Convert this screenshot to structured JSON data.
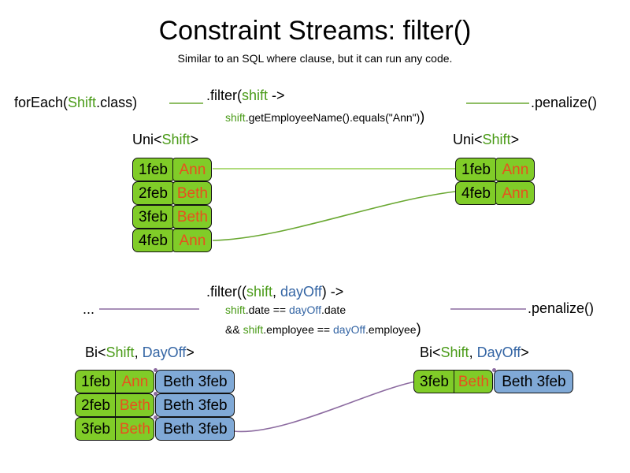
{
  "header": {
    "title": "Constraint Streams: filter()",
    "subtitle": "Similar to an SQL where clause, but it can run any code."
  },
  "colors": {
    "shift_green": "#4a9b18",
    "dayoff_blue": "#3465a4",
    "box_green": "#80cc28",
    "box_blue": "#80a9d6",
    "name_orange": "#e8501e",
    "wire_green": "#6aa832",
    "wire_light_green": "#a5d66a",
    "wire_purple": "#8c6ba0",
    "text_black": "#000000"
  },
  "uni_section": {
    "source_label": {
      "prefix": "forEach(",
      "type": "Shift",
      "suffix": ".class)"
    },
    "filter": {
      "line1_prefix": ".filter(",
      "line1_var": "shift",
      "line1_suffix": " ->",
      "line2_var": "shift",
      "line2_rest": ".getEmployeeName().equals(\"Ann\")",
      "line2_close": ")"
    },
    "penalize_label": ".penalize()",
    "left_type": {
      "prefix": "Uni<",
      "generic": "Shift",
      "suffix": ">"
    },
    "right_type": {
      "prefix": "Uni<",
      "generic": "Shift",
      "suffix": ">"
    },
    "left_rows": [
      {
        "date": "1feb",
        "name": "Ann"
      },
      {
        "date": "2feb",
        "name": "Beth"
      },
      {
        "date": "3feb",
        "name": "Beth"
      },
      {
        "date": "4feb",
        "name": "Ann"
      }
    ],
    "right_rows": [
      {
        "date": "1feb",
        "name": "Ann"
      },
      {
        "date": "4feb",
        "name": "Ann"
      }
    ]
  },
  "bi_section": {
    "source_label": "...",
    "filter": {
      "line1_prefix": ".filter((",
      "line1_var1": "shift",
      "line1_comma": ", ",
      "line1_var2": "dayOff",
      "line1_suffix": ") ->",
      "line2_var1": "shift",
      "line2_mid": ".date == ",
      "line2_var2": "dayOff",
      "line2_end": ".date",
      "line3_amp": "&& ",
      "line3_var1": "shift",
      "line3_mid": ".employee == ",
      "line3_var2": "dayOff",
      "line3_end": ".employee",
      "line3_close": ")"
    },
    "penalize_label": ".penalize()",
    "left_type": {
      "prefix": "Bi<",
      "g1": "Shift",
      "comma": ", ",
      "g2": "DayOff",
      "suffix": ">"
    },
    "right_type": {
      "prefix": "Bi<",
      "g1": "Shift",
      "comma": ", ",
      "g2": "DayOff",
      "suffix": ">"
    },
    "left_rows": [
      {
        "date": "1feb",
        "name": "Ann",
        "fact": "Beth 3feb"
      },
      {
        "date": "2feb",
        "name": "Beth",
        "fact": "Beth 3feb"
      },
      {
        "date": "3feb",
        "name": "Beth",
        "fact": "Beth 3feb"
      }
    ],
    "right_rows": [
      {
        "date": "3feb",
        "name": "Beth",
        "fact": "Beth 3feb"
      }
    ]
  }
}
